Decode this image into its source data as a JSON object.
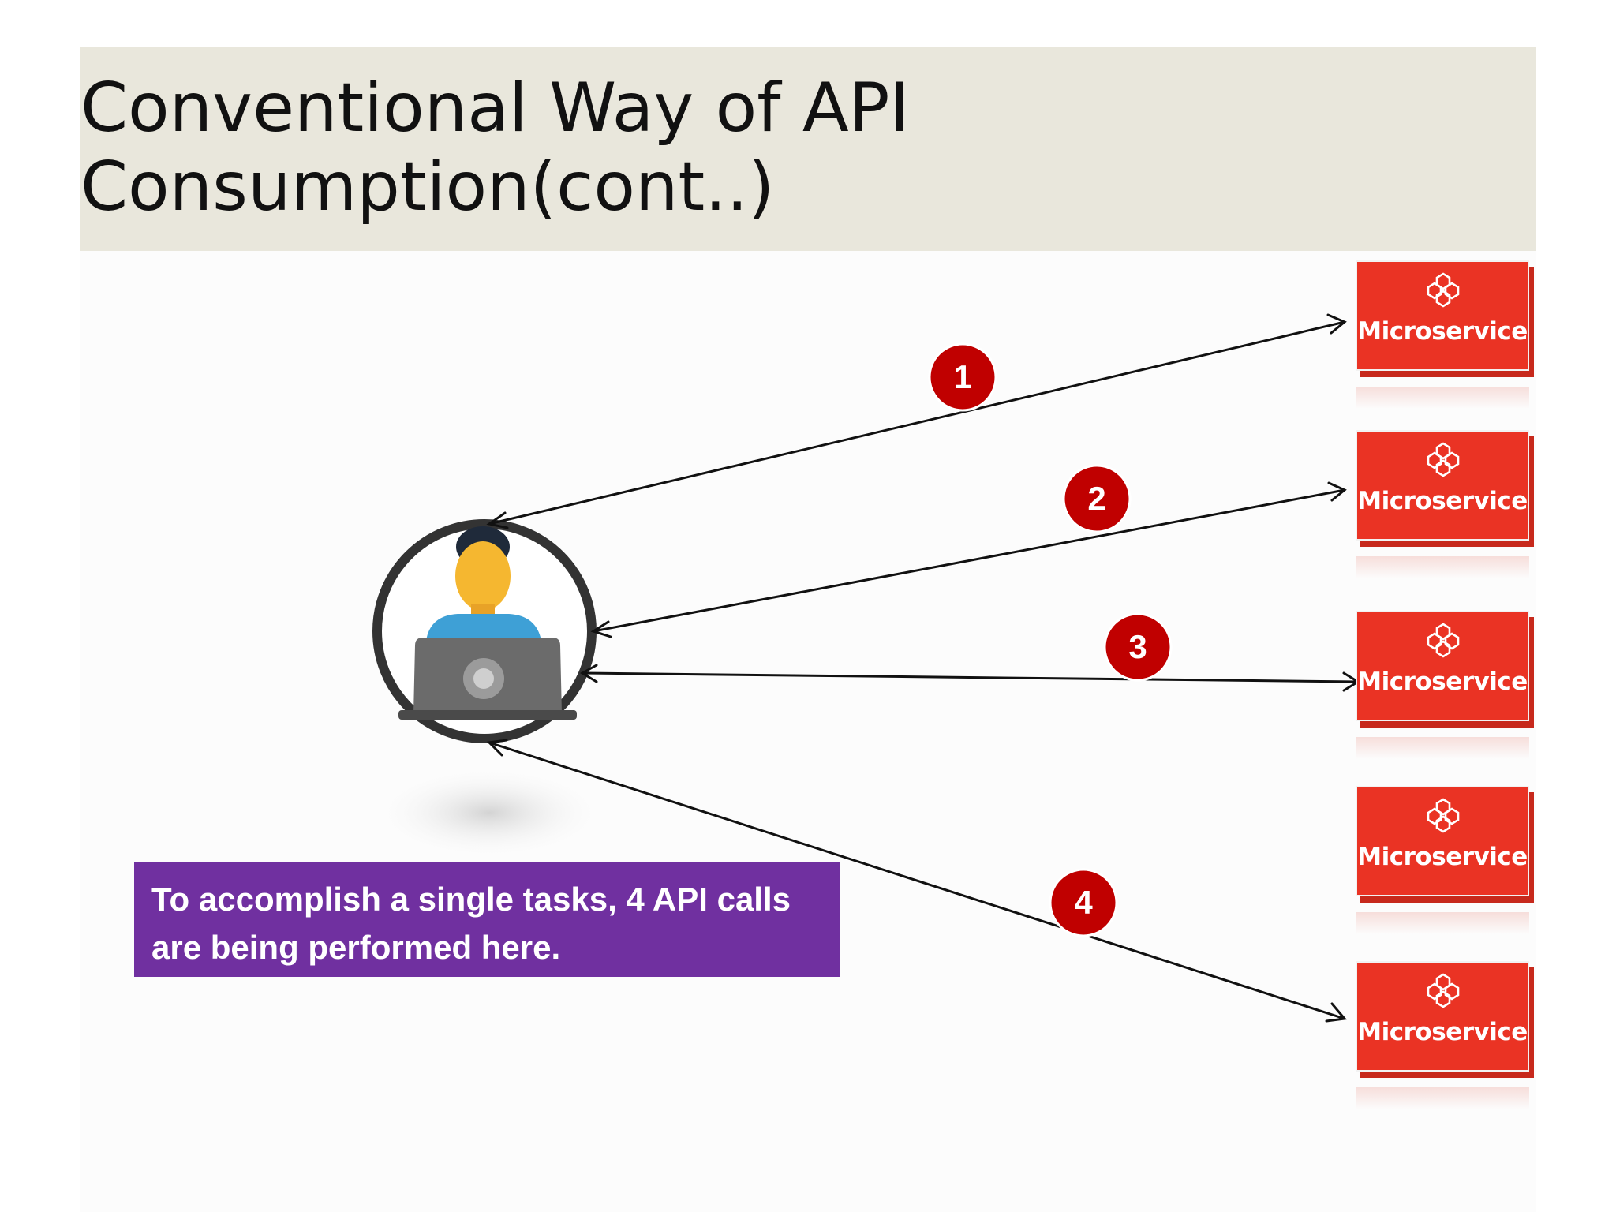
{
  "slide": {
    "title": "Conventional Way of API Consumption(cont..)"
  },
  "client": {
    "icon": "user-with-laptop-icon"
  },
  "microservices": [
    {
      "label": "Microservice",
      "icon": "microservice-cluster-icon"
    },
    {
      "label": "Microservice",
      "icon": "microservice-cluster-icon"
    },
    {
      "label": "Microservice",
      "icon": "microservice-cluster-icon"
    },
    {
      "label": "Microservice",
      "icon": "microservice-cluster-icon"
    },
    {
      "label": "Microservice",
      "icon": "microservice-cluster-icon"
    }
  ],
  "calls": [
    {
      "number": "1"
    },
    {
      "number": "2"
    },
    {
      "number": "3"
    },
    {
      "number": "4"
    }
  ],
  "callout": {
    "text": "To accomplish a single tasks, 4 API calls are being performed here."
  },
  "colors": {
    "title_bar": "#e9e7dc",
    "microservice": "#ea3324",
    "badge": "#c00000",
    "callout": "#7030a0"
  }
}
